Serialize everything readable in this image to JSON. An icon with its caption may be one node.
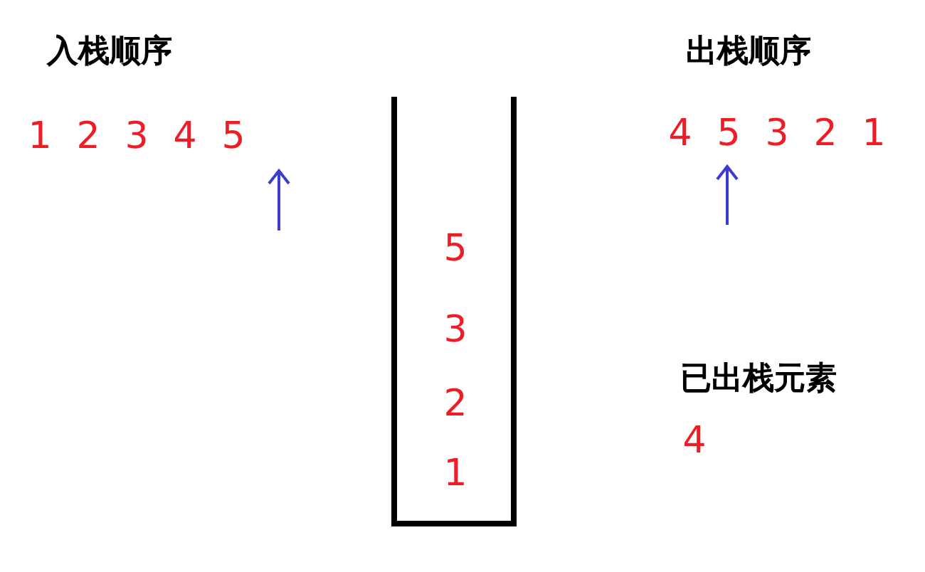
{
  "diagram": {
    "nodes": [
      {
        "text": [
          "5",
          "3",
          "2",
          "1"
        ]
      }
    ],
    "labels": [
      "入栈顺序",
      "1",
      "2",
      "3",
      "4",
      "5",
      "出栈顺序",
      "4",
      "5",
      "3",
      "2",
      "1",
      "已出栈元素",
      "4"
    ]
  }
}
